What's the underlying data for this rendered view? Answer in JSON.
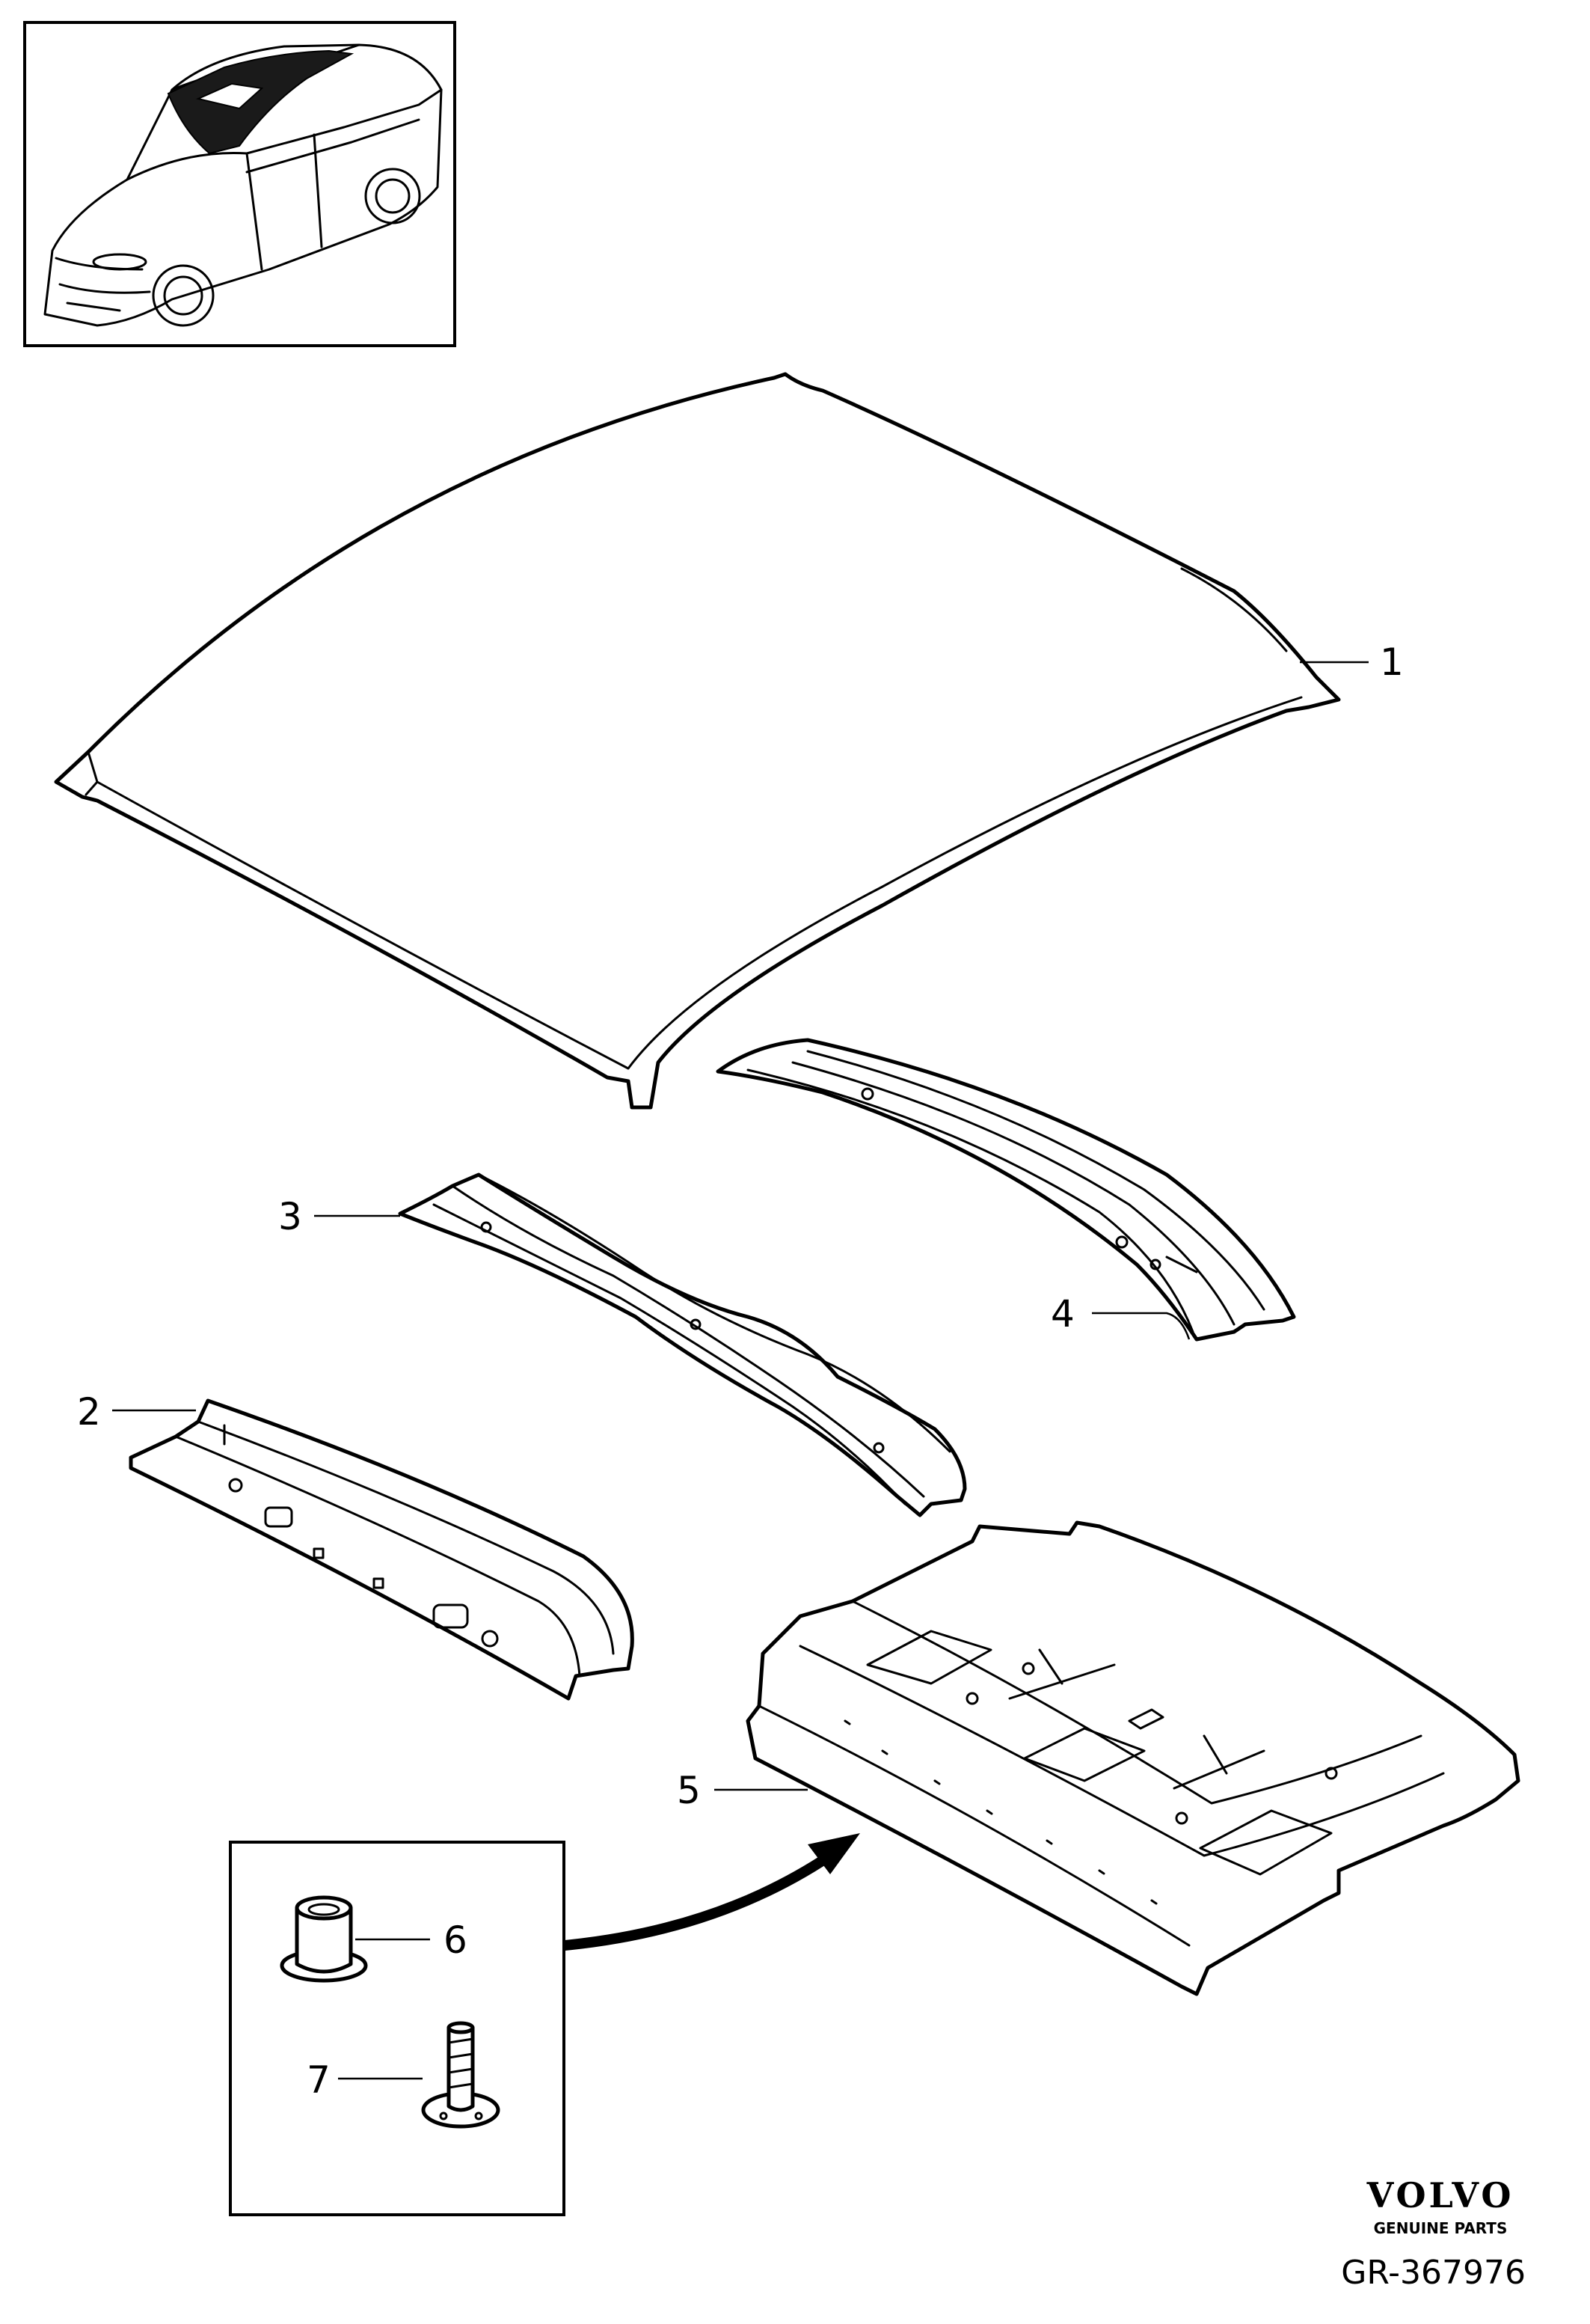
{
  "callouts": {
    "c1": "1",
    "c2": "2",
    "c3": "3",
    "c4": "4",
    "c5": "5",
    "c6": "6",
    "c7": "7"
  },
  "brand": {
    "name": "VOLVO",
    "tagline": "GENUINE PARTS"
  },
  "reference": "GR-367976",
  "icons": {
    "overview": "car-with-sunroof-illustration",
    "arrow": "curved-arrow-icon"
  }
}
